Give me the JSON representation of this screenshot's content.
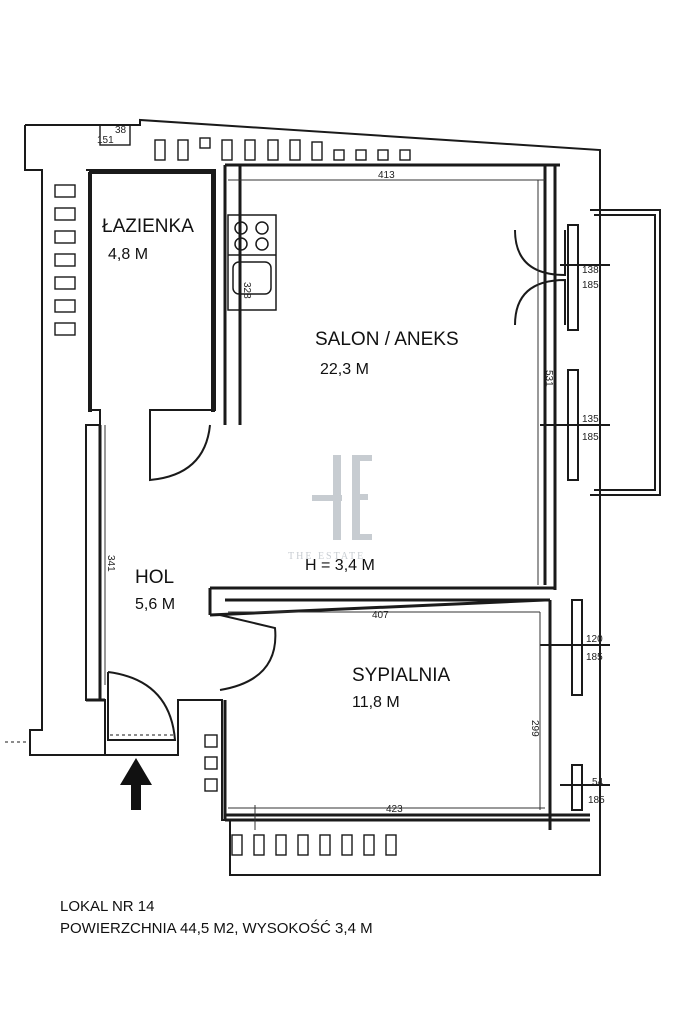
{
  "rooms": {
    "bathroom": {
      "name": "ŁAZIENKA",
      "area": "4,8 M"
    },
    "living": {
      "name": "SALON / ANEKS",
      "area": "22,3 M"
    },
    "hall": {
      "name": "HOL",
      "area": "5,6 M"
    },
    "bedroom": {
      "name": "SYPIALNIA",
      "area": "11,8 M"
    }
  },
  "height_label": "H = 3,4 M",
  "dimensions": {
    "living_width": "413",
    "living_depth": "531",
    "kitchen_len": "328",
    "hall_len": "341",
    "bedroom_top": "407",
    "bedroom_bottom": "423",
    "bedroom_depth": "299",
    "shaft_a": "38",
    "shaft_b": "151"
  },
  "windows": {
    "w1_top": "138",
    "w1_bottom": "185",
    "w2_top": "135",
    "w2_bottom": "185",
    "w3_top": "120",
    "w3_bottom": "185",
    "w4_top": "54",
    "w4_bottom": "185"
  },
  "watermark": {
    "text": "THE ESTATE"
  },
  "caption": {
    "line1": "LOKAL NR 14",
    "line2": "POWIERZCHNIA  44,5 M2, WYSOKOŚĆ 3,4 M"
  },
  "colors": {
    "wall": "#1a1a1a",
    "watermark": "#9aa3ad",
    "background": "#ffffff"
  }
}
